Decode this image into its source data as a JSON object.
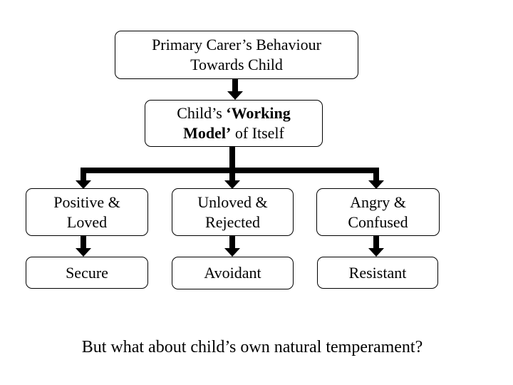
{
  "slide": {
    "background_color": "#ffffff",
    "ink_color": "#000000",
    "top_box": {
      "line1": "Primary Carer’s Behaviour",
      "line2": "Towards Child"
    },
    "model_box": {
      "line1_regular": "Child’s ",
      "line1_bold": "‘Working",
      "line2_bold": "Model’",
      "line2_regular": " of Itself"
    },
    "branches": [
      {
        "cause_line1": "Positive &",
        "cause_line2": "Loved",
        "attachment": "Secure"
      },
      {
        "cause_line1": "Unloved &",
        "cause_line2": "Rejected",
        "attachment": "Avoidant"
      },
      {
        "cause_line1": "Angry &",
        "cause_line2": "Confused",
        "attachment": "Resistant"
      }
    ],
    "footer_question": "But what about child’s own natural temperament?"
  }
}
